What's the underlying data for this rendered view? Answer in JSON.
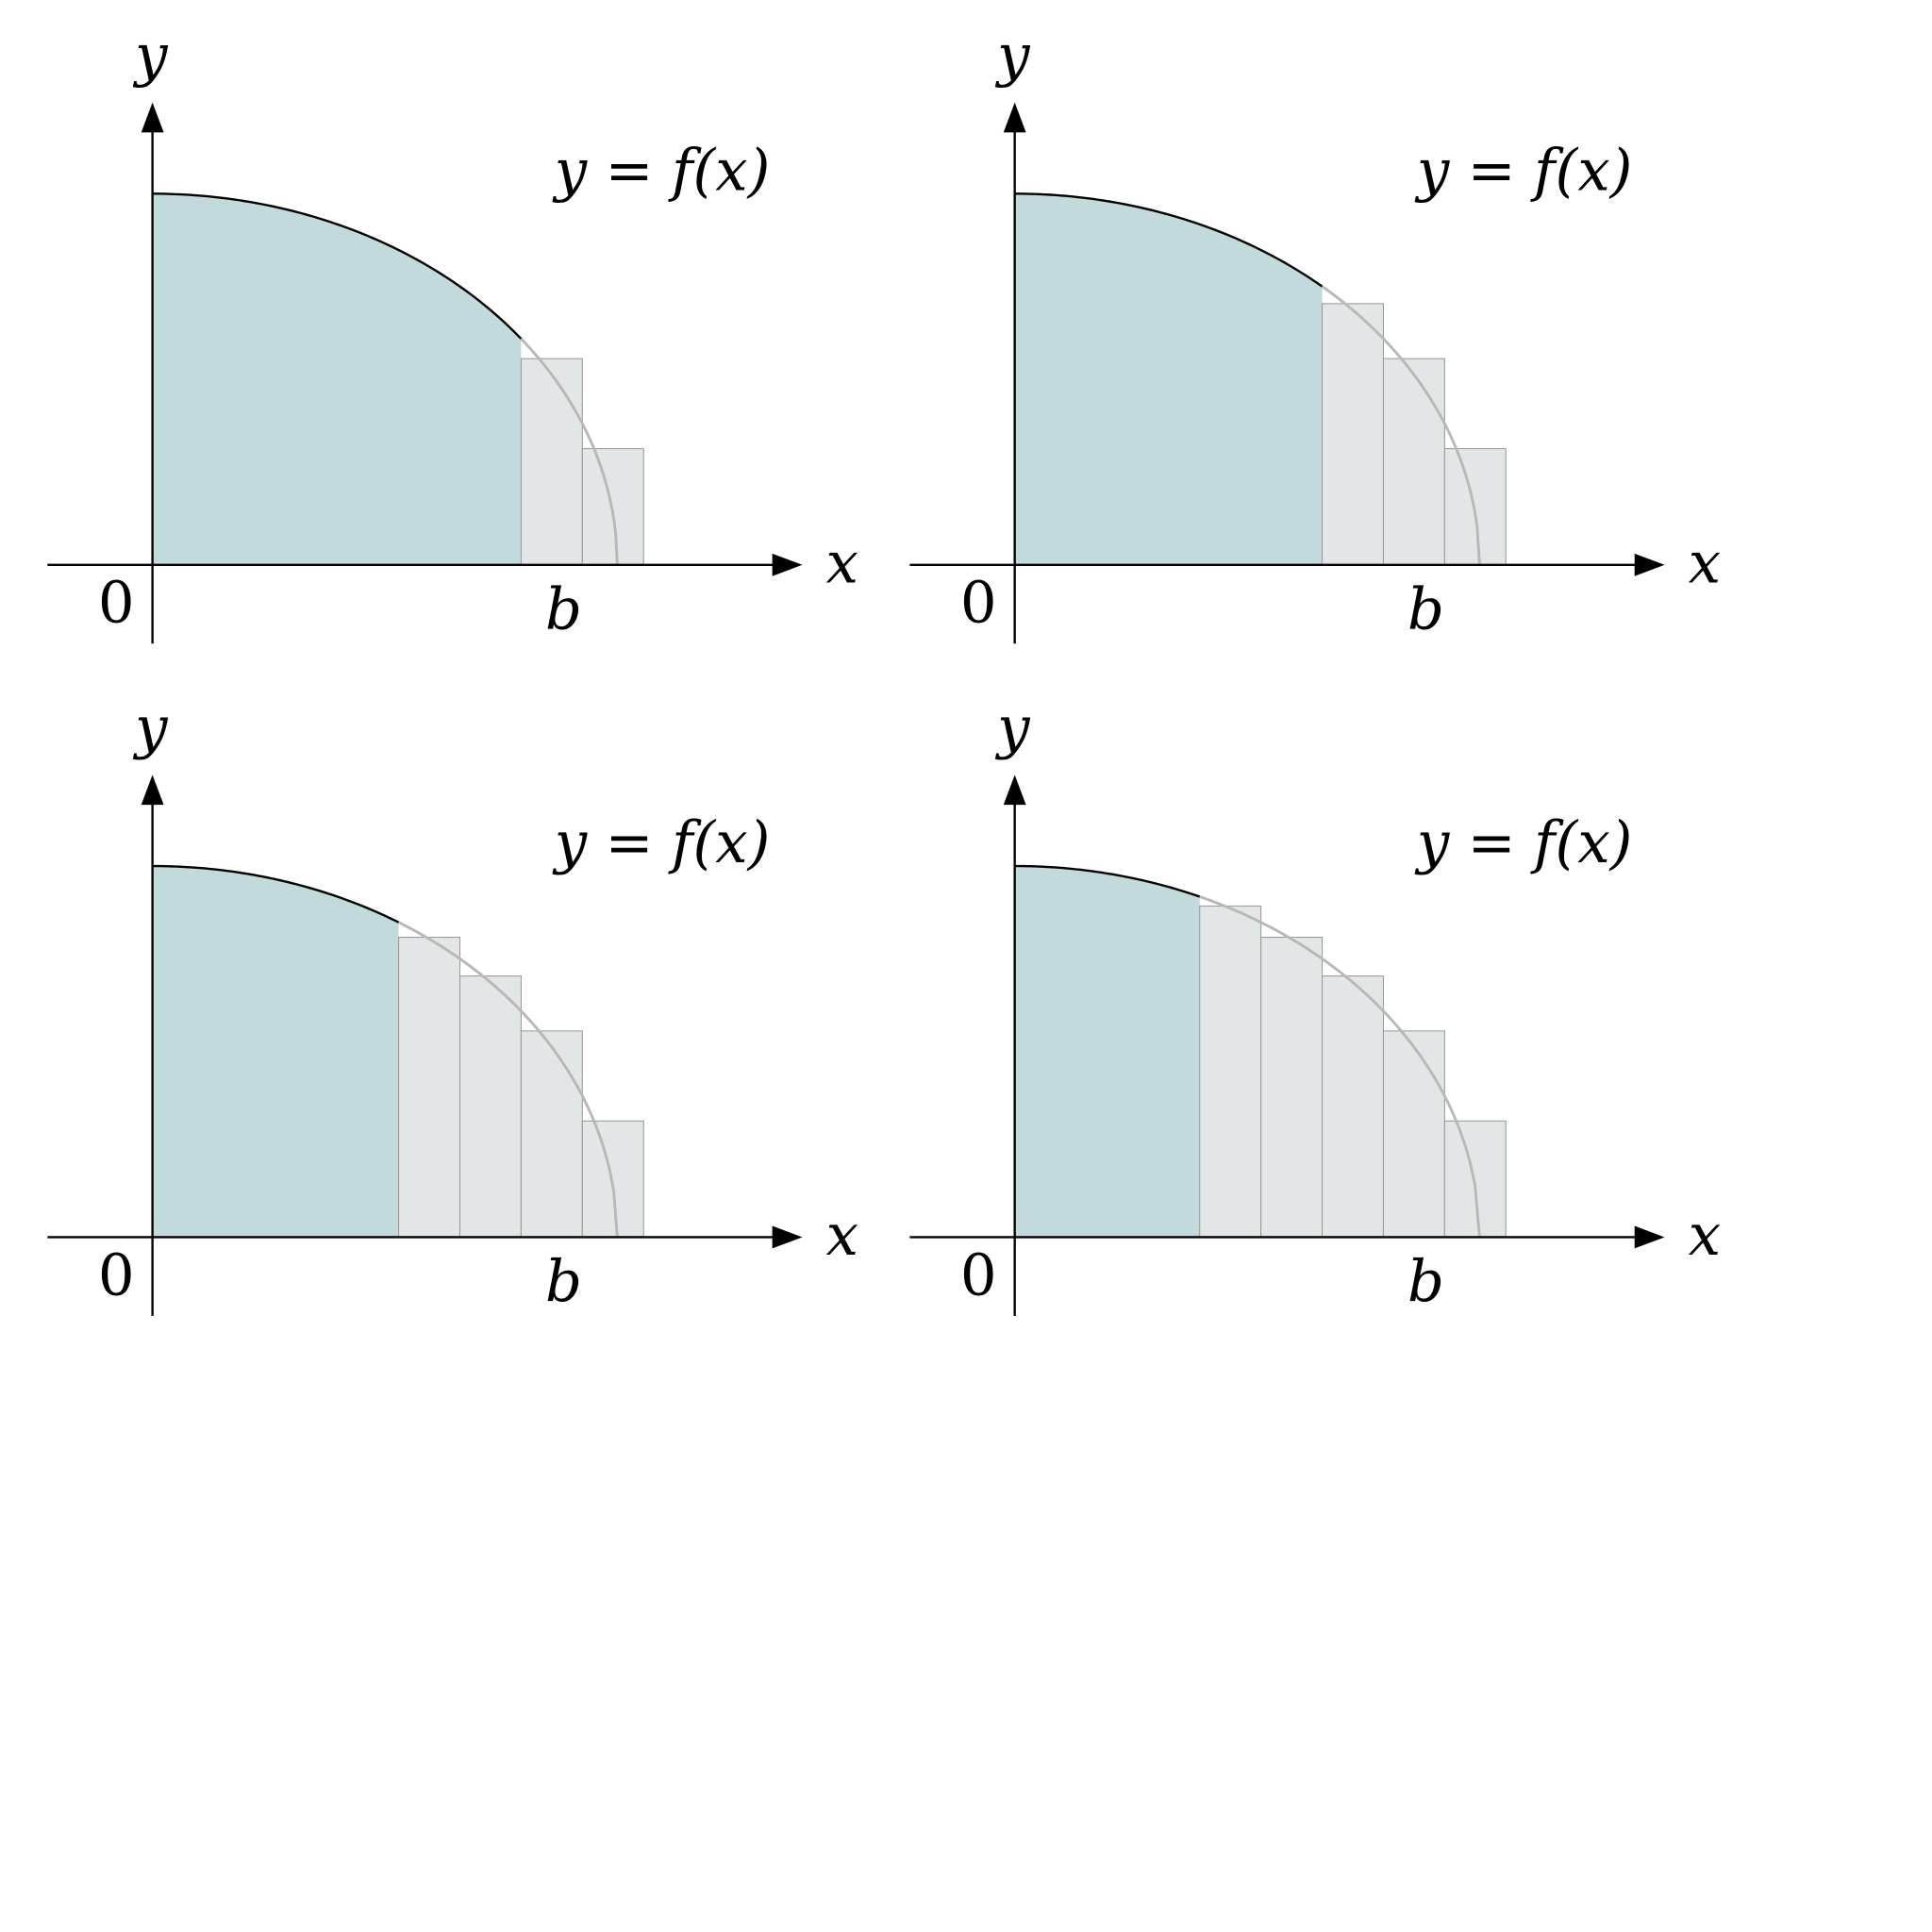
{
  "labels": {
    "y_axis": "y",
    "x_axis": "x",
    "origin": "0",
    "b": "b",
    "equation": "y = f(x)"
  },
  "colors": {
    "region_fill": "#c3dadc",
    "bar_fill": "#e3e6e7",
    "bar_stroke": "#9a9a9a",
    "curve": "#000000",
    "faded_curve": "#b8b8b8",
    "axis": "#000000"
  },
  "panels": [
    {
      "label": "top-left",
      "bar_count": 2
    },
    {
      "label": "top-right",
      "bar_count": 3
    },
    {
      "label": "bottom-left",
      "bar_count": 4
    },
    {
      "label": "bottom-right",
      "bar_count": 5
    }
  ]
}
